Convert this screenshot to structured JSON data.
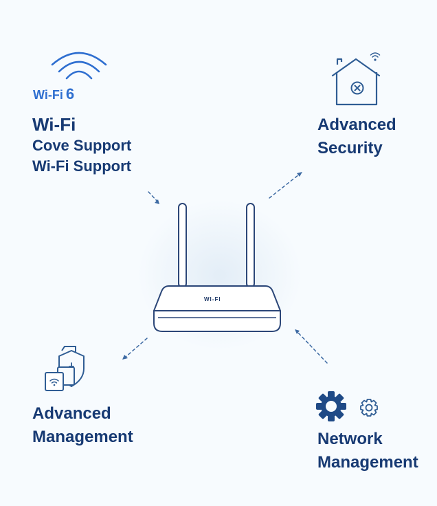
{
  "wifi_feature": {
    "badge_wifi": "Wi-Fi",
    "badge_number": "6",
    "line1": "Wi-Fi",
    "line2": "Cove Support",
    "line3": "Wi-Fi Support"
  },
  "security_feature": {
    "line1": "Advanced",
    "line2": "Security"
  },
  "management_feature": {
    "line1": "Advanced",
    "line2": "Management"
  },
  "network_feature": {
    "line1": "Network",
    "line2": "Management"
  },
  "router": {
    "label": "WI-FI"
  },
  "colors": {
    "text": "#173a73",
    "accent": "#2f6fd0",
    "icon_stroke": "#2f5d94",
    "background": "#f7fbfe"
  },
  "icons": [
    "wifi-signal-icon",
    "smart-home-icon",
    "shield-devices-icon",
    "gear-icon",
    "router-icon"
  ]
}
